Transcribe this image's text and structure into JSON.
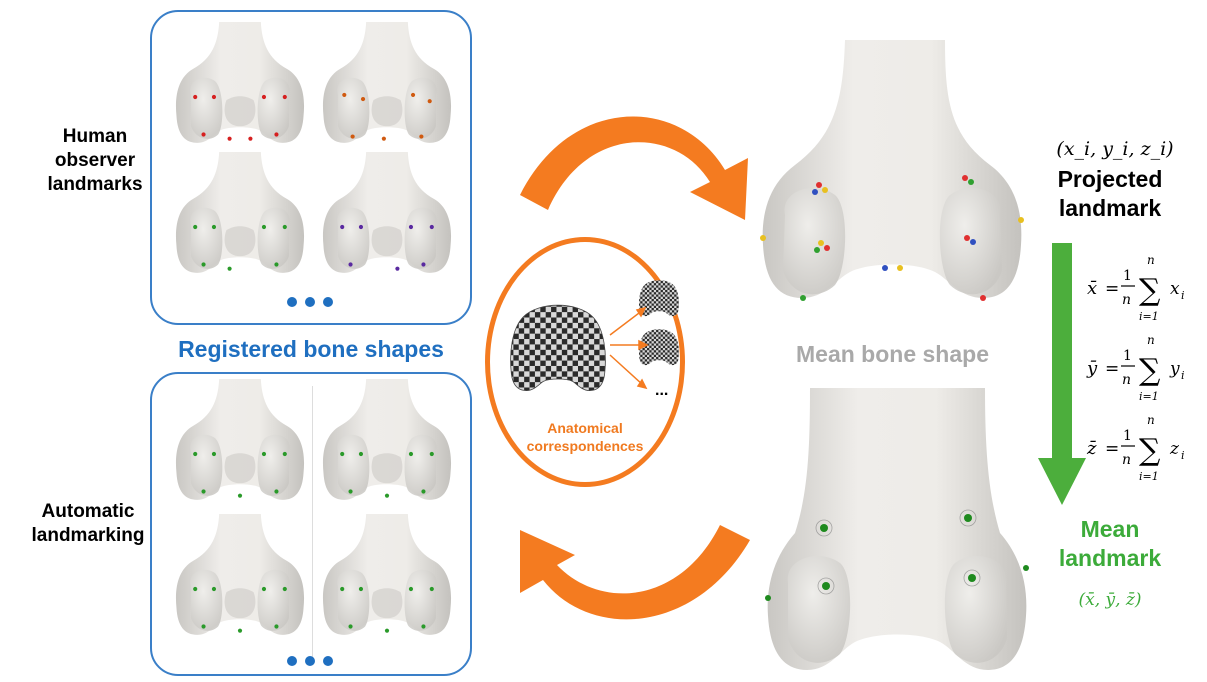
{
  "labels": {
    "human_observer": "Human\nobserver\nlandmarks",
    "automatic": "Automatic\nlandmarking",
    "registered": "Registered bone shapes",
    "mean_shape": "Mean bone shape",
    "anatomical": "Anatomical\ncorrespondences",
    "ellipsis_small": "...",
    "coord": "(x_i, y_i, z_i)",
    "projected": "Projected\nlandmark",
    "mean_landmark": "Mean\nlandmark",
    "mean_coord": "(x̄, ȳ, z̄)"
  },
  "formulas": [
    {
      "lhs": "x̄",
      "var": "x"
    },
    {
      "lhs": "ȳ",
      "var": "y"
    },
    {
      "lhs": "z̄",
      "var": "z"
    }
  ],
  "formula_parts": {
    "one": "1",
    "n": "n",
    "lower": "i=1",
    "upper": "n",
    "eq": "=",
    "sigma": "∑"
  },
  "colors": {
    "panel_border": "#3a7fc8",
    "arrow_orange": "#f47b20",
    "arrow_green": "#4cae3c",
    "bone": "#e6e4e0",
    "label_blue": "#1f6fc0",
    "label_green": "#3cab3a",
    "label_grey": "#a9a9a9"
  }
}
